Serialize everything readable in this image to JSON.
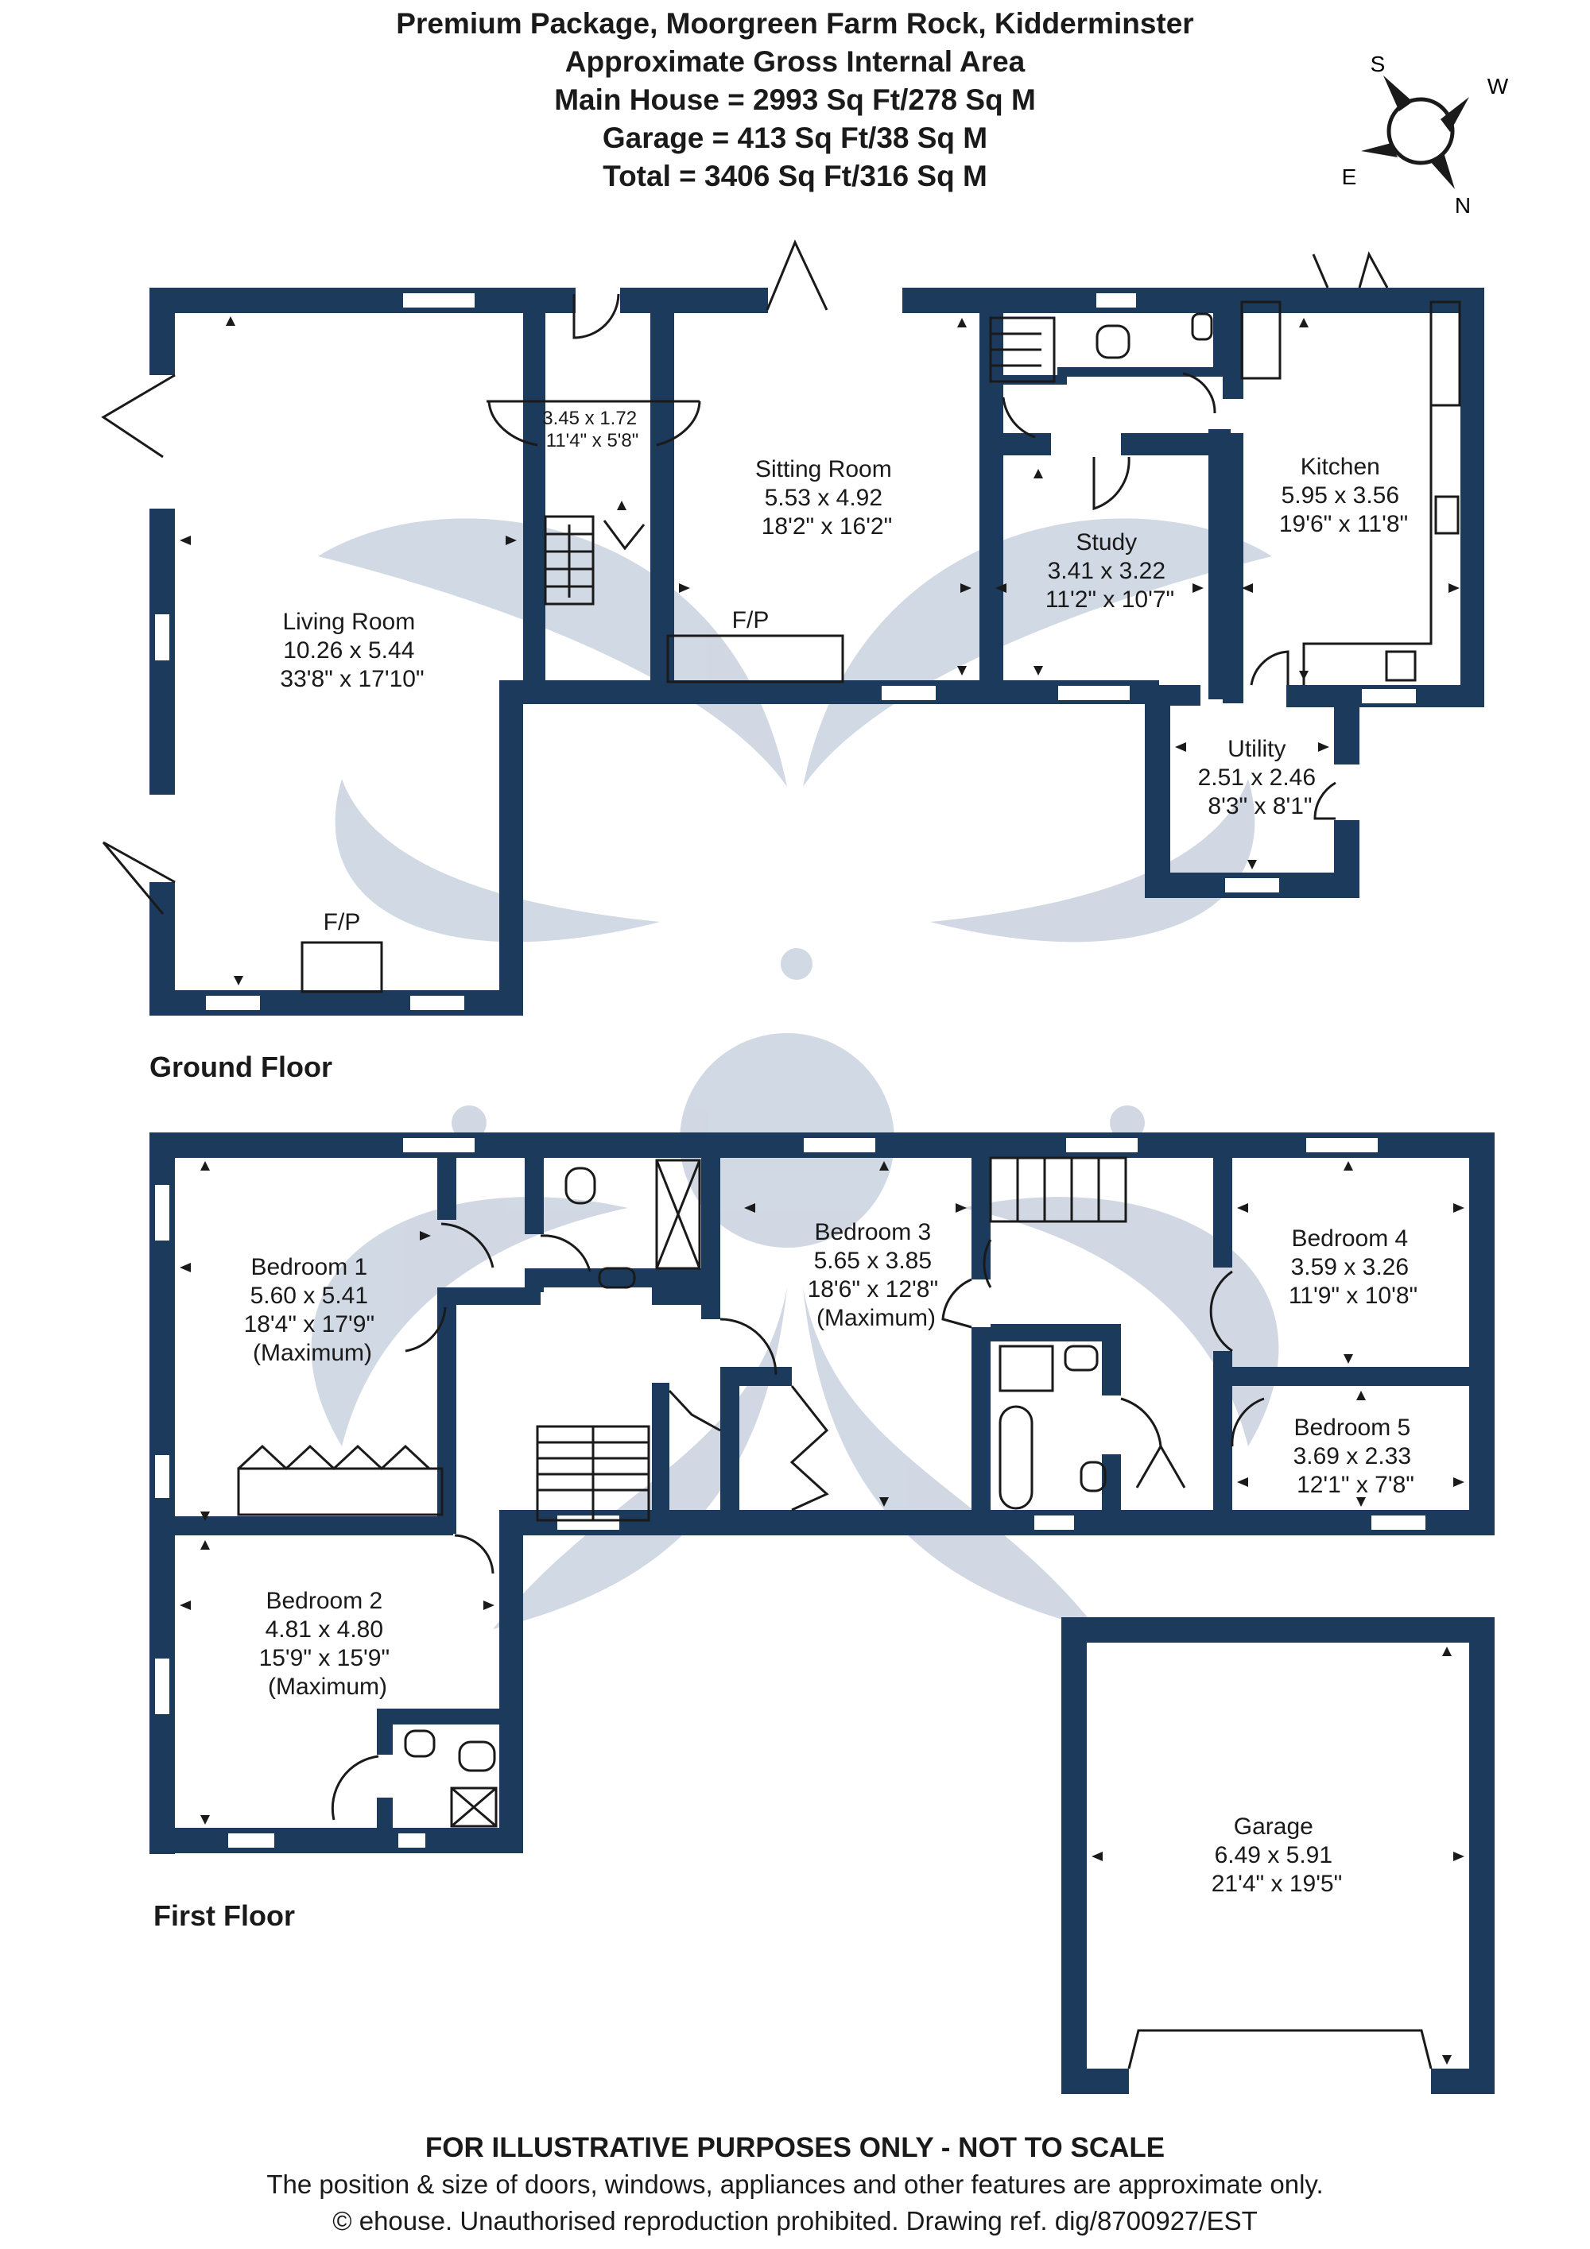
{
  "header": {
    "title": "Premium Package, Moorgreen Farm Rock, Kidderminster",
    "subtitle": "Approximate Gross Internal Area",
    "areas": [
      "Main House = 2993 Sq Ft/278 Sq M",
      "Garage = 413 Sq Ft/38 Sq M",
      "Total = 3406 Sq Ft/316 Sq M"
    ]
  },
  "compass": {
    "s": "S",
    "w": "W",
    "e": "E",
    "n": "N"
  },
  "floors": {
    "ground": "Ground Floor",
    "first": "First Floor"
  },
  "rooms": {
    "living": [
      "Living Room",
      "10.26 x 5.44",
      "33'8\" x 17'10\""
    ],
    "hall": [
      "3.45 x 1.72",
      "11'4\" x 5'8\""
    ],
    "sitting": [
      "Sitting Room",
      "5.53 x 4.92",
      "18'2\" x 16'2\""
    ],
    "study": [
      "Study",
      "3.41 x 3.22",
      "11'2\" x 10'7\""
    ],
    "kitchen": [
      "Kitchen",
      "5.95 x 3.56",
      "19'6\" x 11'8\""
    ],
    "utility": [
      "Utility",
      "2.51 x 2.46",
      "8'3\" x 8'1\""
    ],
    "bed1": [
      "Bedroom 1",
      "5.60 x 5.41",
      "18'4\" x 17'9\"",
      "(Maximum)"
    ],
    "bed2": [
      "Bedroom 2",
      "4.81 x 4.80",
      "15'9\" x 15'9\"",
      "(Maximum)"
    ],
    "bed3": [
      "Bedroom 3",
      "5.65 x 3.85",
      "18'6\" x 12'8\"",
      "(Maximum)"
    ],
    "bed4": [
      "Bedroom 4",
      "3.59 x 3.26",
      "11'9\" x 10'8\""
    ],
    "bed5": [
      "Bedroom 5",
      "3.69 x 2.33",
      "12'1\" x 7'8\""
    ],
    "garage": [
      "Garage",
      "6.49 x 5.91",
      "21'4\" x 19'5\""
    ]
  },
  "fireplace": "F/P",
  "footer": {
    "disclaimer": "FOR ILLUSTRATIVE PURPOSES ONLY - NOT TO SCALE",
    "note": "The position & size of doors, windows, appliances and other features are approximate only.",
    "copyright": "© ehouse. Unauthorised reproduction prohibited. Drawing ref. dig/8700927/EST"
  },
  "colors": {
    "wall": "#1b3a5c",
    "watermark": "#c9d2df"
  }
}
